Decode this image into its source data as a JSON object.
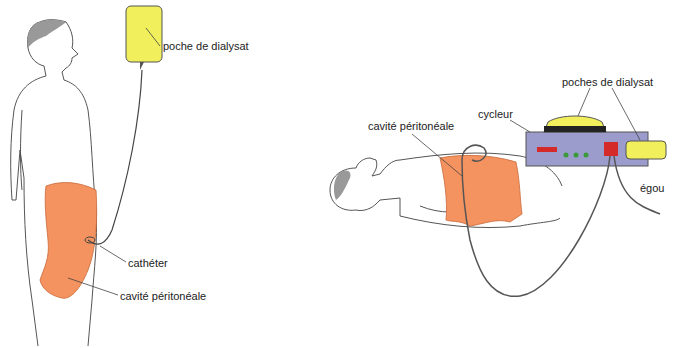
{
  "diagram": {
    "labels": [
      "poche de dialysat",
      "cathéter",
      "cavité péritonéale",
      "cavité péritonéale",
      "cycleur",
      "poches de dialysat",
      "égou"
    ]
  }
}
